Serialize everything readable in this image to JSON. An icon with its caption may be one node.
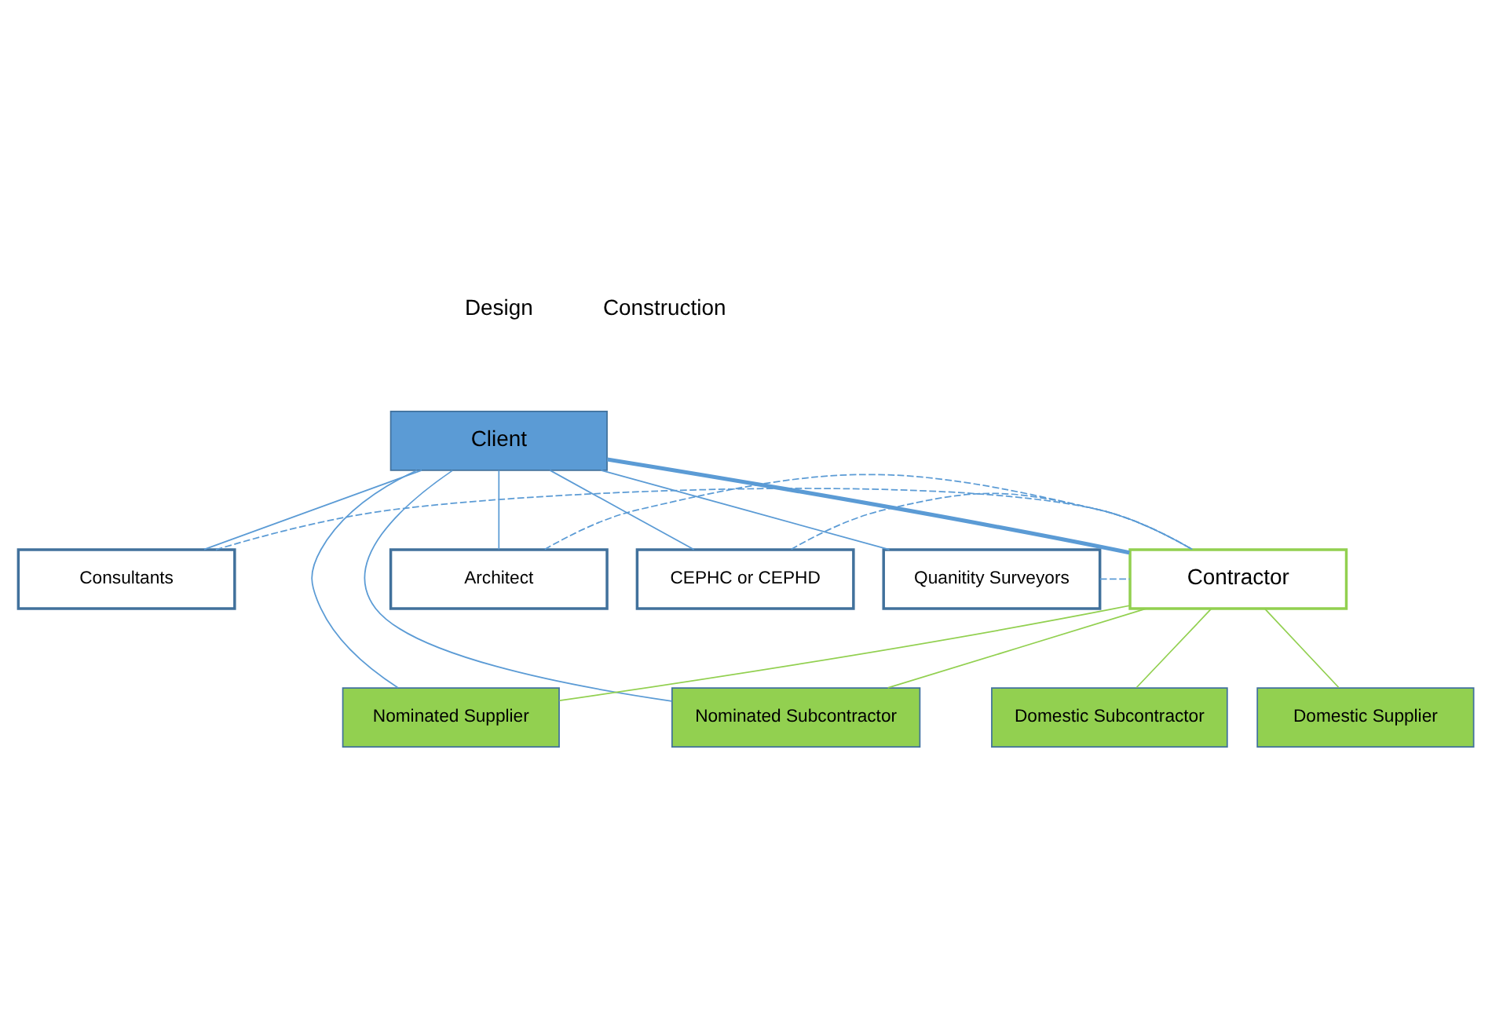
{
  "diagram": {
    "nodes": [
      {
        "text": [
          "Client"
        ]
      },
      {
        "text": [
          "Architect"
        ]
      },
      {
        "text": [
          "CEPHC or CEPHD"
        ]
      },
      {
        "text": [
          "Quanitity Surveyors"
        ]
      },
      {
        "text": [
          "Consultants"
        ]
      },
      {
        "text": [
          "Contractor"
        ]
      },
      {
        "text": [
          "Nominated Supplier"
        ]
      },
      {
        "text": [
          "Nominated Subcontractor"
        ]
      },
      {
        "text": [
          "Domestic Subcontractor"
        ]
      },
      {
        "text": [
          "Domestic Supplier"
        ]
      }
    ],
    "edges": [
      {
        "from": 0,
        "to": 4,
        "arrow": "none"
      },
      {
        "from": 0,
        "to": 3,
        "arrow": "none"
      },
      {
        "from": 0,
        "to": 2,
        "arrow": "none"
      },
      {
        "from": 0,
        "to": 1,
        "arrow": "none"
      },
      {
        "from": 0,
        "to": 5,
        "arrow": "none",
        "style": "thick"
      },
      {
        "from": 0,
        "to": 6,
        "arrow": "none"
      },
      {
        "from": 0,
        "to": 7,
        "arrow": "none"
      },
      {
        "from": 1,
        "to": 5,
        "arrow": "none",
        "style": "dashed"
      },
      {
        "from": 2,
        "to": 5,
        "arrow": "none",
        "style": "dashed"
      },
      {
        "from": 3,
        "to": 5,
        "arrow": "none",
        "style": "dashed"
      },
      {
        "from": 4,
        "to": 5,
        "arrow": "none",
        "style": "dashed"
      },
      {
        "from": 5,
        "to": 6,
        "arrow": "none",
        "color": "#92d050"
      },
      {
        "from": 5,
        "to": 7,
        "arrow": "none",
        "color": "#92d050"
      },
      {
        "from": 5,
        "to": 8,
        "arrow": "none",
        "color": "#92d050"
      },
      {
        "from": 5,
        "to": 9,
        "arrow": "none",
        "color": "#92d050"
      }
    ],
    "labels": [
      "Design",
      "Construction"
    ]
  }
}
